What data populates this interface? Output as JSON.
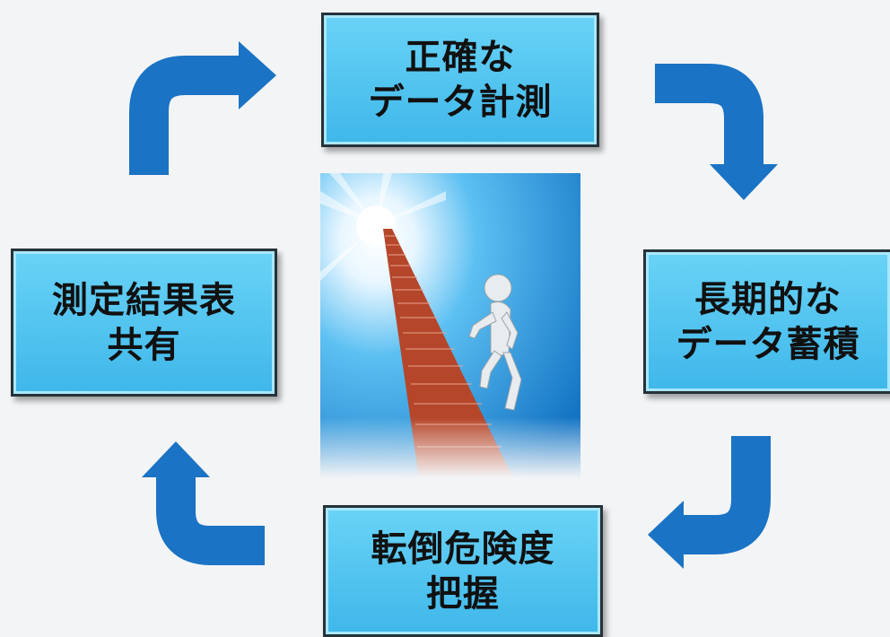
{
  "diagram": {
    "nodes": {
      "top": {
        "line1": "正確な",
        "line2": "データ計測"
      },
      "right": {
        "line1": "長期的な",
        "line2": "データ蓄積"
      },
      "bottom": {
        "line1": "転倒危険度",
        "line2": "把握"
      },
      "left": {
        "line1": "測定結果表",
        "line2": "共有"
      }
    },
    "cycle_order": [
      "top",
      "right",
      "bottom",
      "left"
    ],
    "colors": {
      "box_fill": "#4fc3f0",
      "arrow": "#1a73c4",
      "stairs": "#c2502f",
      "sky": "#1e8fd6"
    },
    "center_image": "staircase-to-light-illustration",
    "icons": [
      "curved-arrow-icon"
    ]
  }
}
